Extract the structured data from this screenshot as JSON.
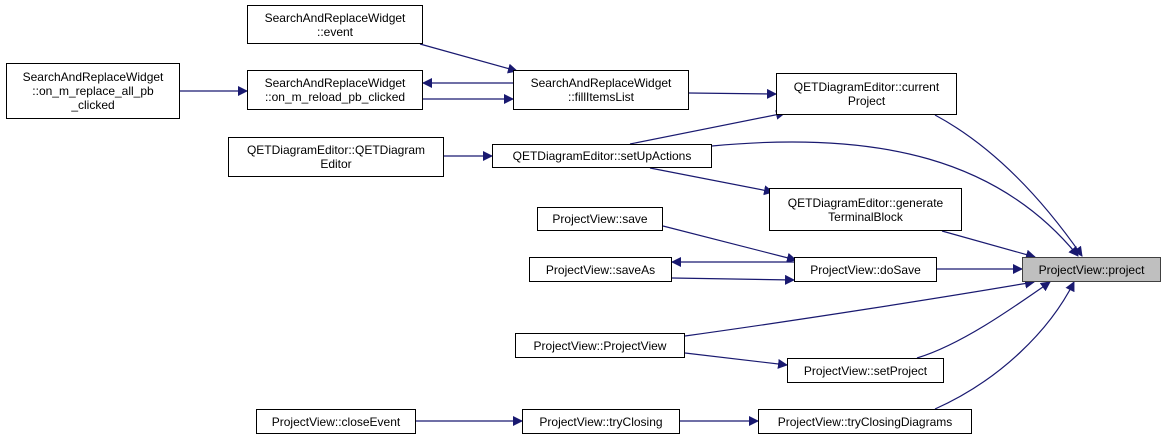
{
  "edge_color": "#191970",
  "focus_fill": "#bfbfbf",
  "nodes": {
    "srw_event": {
      "lines": [
        "SearchAndReplaceWidget",
        "::event"
      ]
    },
    "srw_replace_all": {
      "lines": [
        "SearchAndReplaceWidget",
        "::on_m_replace_all_pb",
        "_clicked"
      ]
    },
    "srw_reload": {
      "lines": [
        "SearchAndReplaceWidget",
        "::on_m_reload_pb_clicked"
      ]
    },
    "srw_fill": {
      "lines": [
        "SearchAndReplaceWidget",
        "::fillItemsList"
      ]
    },
    "qde_current": {
      "lines": [
        "QETDiagramEditor::current",
        "Project"
      ]
    },
    "qde_ctor": {
      "lines": [
        "QETDiagramEditor::QETDiagram",
        "Editor"
      ]
    },
    "qde_setup": {
      "lines": [
        "QETDiagramEditor::setUpActions"
      ]
    },
    "qde_terminal": {
      "lines": [
        "QETDiagramEditor::generate",
        "TerminalBlock"
      ]
    },
    "pv_save": {
      "lines": [
        "ProjectView::save"
      ]
    },
    "pv_saveas": {
      "lines": [
        "ProjectView::saveAs"
      ]
    },
    "pv_dosave": {
      "lines": [
        "ProjectView::doSave"
      ]
    },
    "pv_project": {
      "lines": [
        "ProjectView::project"
      ]
    },
    "pv_ctor": {
      "lines": [
        "ProjectView::ProjectView"
      ]
    },
    "pv_setproject": {
      "lines": [
        "ProjectView::setProject"
      ]
    },
    "pv_close": {
      "lines": [
        "ProjectView::closeEvent"
      ]
    },
    "pv_tryclosing": {
      "lines": [
        "ProjectView::tryClosing"
      ]
    },
    "pv_tryclosingdiagrams": {
      "lines": [
        "ProjectView::tryClosingDiagrams"
      ]
    }
  },
  "edges": [
    [
      "srw_event",
      "srw_fill"
    ],
    [
      "srw_replace_all",
      "srw_reload"
    ],
    [
      "srw_reload",
      "srw_fill"
    ],
    [
      "srw_fill",
      "srw_reload"
    ],
    [
      "srw_fill",
      "qde_current"
    ],
    [
      "qde_setup",
      "qde_current"
    ],
    [
      "qde_ctor",
      "qde_setup"
    ],
    [
      "qde_setup",
      "qde_terminal"
    ],
    [
      "qde_setup",
      "pv_project"
    ],
    [
      "qde_current",
      "pv_project"
    ],
    [
      "qde_terminal",
      "pv_project"
    ],
    [
      "pv_save",
      "pv_dosave"
    ],
    [
      "pv_saveas",
      "pv_dosave"
    ],
    [
      "pv_dosave",
      "pv_saveas"
    ],
    [
      "pv_dosave",
      "pv_project"
    ],
    [
      "pv_ctor",
      "pv_project"
    ],
    [
      "pv_ctor",
      "pv_setproject"
    ],
    [
      "pv_setproject",
      "pv_project"
    ],
    [
      "pv_close",
      "pv_tryclosing"
    ],
    [
      "pv_tryclosing",
      "pv_tryclosingdiagrams"
    ],
    [
      "pv_tryclosingdiagrams",
      "pv_project"
    ]
  ]
}
